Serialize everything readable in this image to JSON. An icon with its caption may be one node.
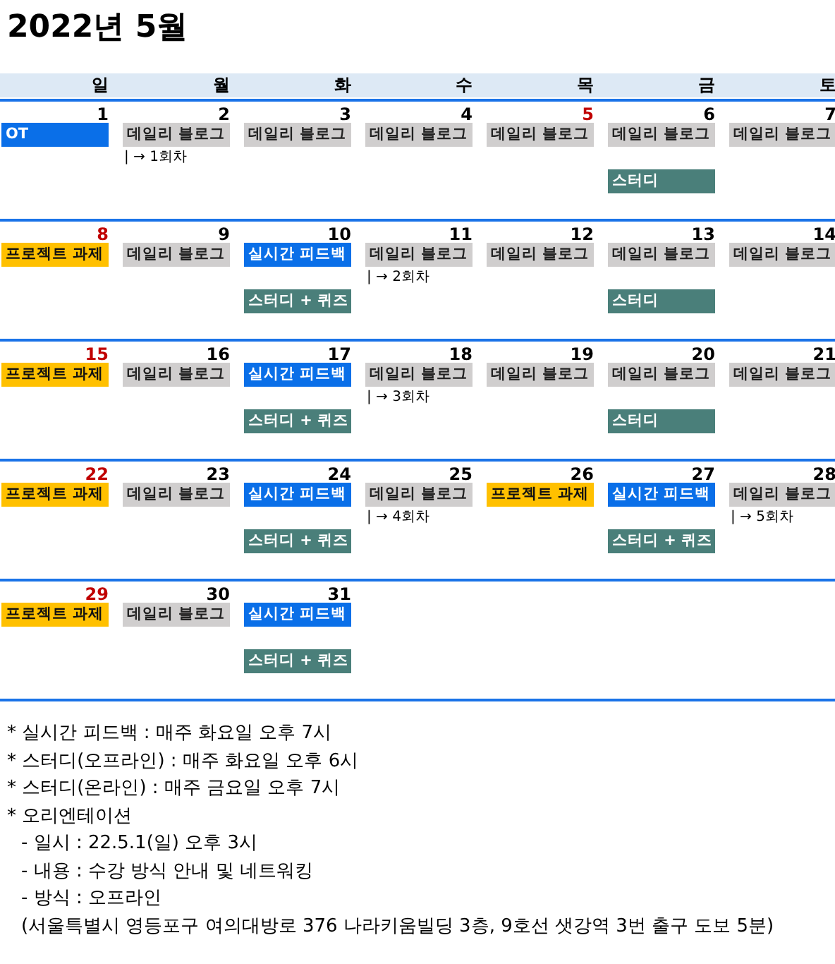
{
  "diagram": {
    "title": "2022년 5월",
    "nodes": [
      {
        "text": [
          "OT"
        ]
      },
      {
        "text": [
          "데일리 블로그"
        ],
        "beside": [
          "| → 1회차"
        ]
      },
      {
        "text": [
          "데일리 블로그"
        ]
      },
      {
        "text": [
          "데일리 블로그"
        ]
      },
      {
        "text": [
          "데일리 블로그"
        ]
      },
      {
        "text": [
          "데일리 블로그"
        ]
      },
      {
        "text": [
          "데일리 블로그"
        ]
      },
      {
        "text": [
          "스터디"
        ]
      },
      {
        "text": [
          "프로젝트 과제"
        ]
      },
      {
        "text": [
          "데일리 블로그"
        ]
      },
      {
        "text": [
          "실시간 피드백"
        ]
      },
      {
        "text": [
          "데일리 블로그"
        ],
        "beside": [
          "| → 2회차"
        ]
      },
      {
        "text": [
          "데일리 블로그"
        ]
      },
      {
        "text": [
          "데일리 블로그"
        ]
      },
      {
        "text": [
          "데일리 블로그"
        ]
      },
      {
        "text": [
          "스터디 + 퀴즈"
        ]
      },
      {
        "text": [
          "스터디"
        ]
      },
      {
        "text": [
          "프로젝트 과제"
        ]
      },
      {
        "text": [
          "데일리 블로그"
        ]
      },
      {
        "text": [
          "실시간 피드백"
        ]
      },
      {
        "text": [
          "데일리 블로그"
        ],
        "beside": [
          "| → 3회차"
        ]
      },
      {
        "text": [
          "데일리 블로그"
        ]
      },
      {
        "text": [
          "데일리 블로그"
        ]
      },
      {
        "text": [
          "데일리 블로그"
        ]
      },
      {
        "text": [
          "스터디 + 퀴즈"
        ]
      },
      {
        "text": [
          "스터디"
        ]
      },
      {
        "text": [
          "프로젝트 과제"
        ]
      },
      {
        "text": [
          "데일리 블로그"
        ]
      },
      {
        "text": [
          "실시간 피드백"
        ]
      },
      {
        "text": [
          "데일리 블로그"
        ],
        "beside": [
          "| → 4회차"
        ]
      },
      {
        "text": [
          "프로젝트 과제"
        ]
      },
      {
        "text": [
          "실시간 피드백"
        ]
      },
      {
        "text": [
          "데일리 블로그"
        ],
        "beside": [
          "| → 5회차"
        ]
      },
      {
        "text": [
          "스터디 + 퀴즈"
        ]
      },
      {
        "text": [
          "스터디 + 퀴즈"
        ]
      },
      {
        "text": [
          "프로젝트 과제"
        ]
      },
      {
        "text": [
          "데일리 블로그"
        ]
      },
      {
        "text": [
          "실시간 피드백"
        ]
      },
      {
        "text": [
          "스터디 + 퀴즈"
        ]
      }
    ],
    "labels": [
      "일",
      "월",
      "화",
      "수",
      "목",
      "금",
      "토",
      "1",
      "2",
      "3",
      "4",
      "5",
      "6",
      "7",
      "8",
      "9",
      "10",
      "11",
      "12",
      "13",
      "14",
      "15",
      "16",
      "17",
      "18",
      "19",
      "20",
      "21",
      "22",
      "23",
      "24",
      "25",
      "26",
      "27",
      "28",
      "29",
      "30",
      "31",
      "* 실시간 피드백 : 매주 화요일 오후 7시",
      "* 스터디(오프라인) : 매주 화요일 오후 6시",
      "* 스터디(온라인) : 매주 금요일 오후 7시",
      "* 오리엔테이션",
      "- 일시 : 22.5.1(일) 오후 3시",
      "- 내용 : 수강 방식 안내 및 네트워킹",
      "- 방식 : 오프라인",
      "(서울특별시 영등포구 여의대방로 376 나라키움빌딩 3층, 9호선 샛강역 3번 출구 도보 5분)"
    ]
  }
}
